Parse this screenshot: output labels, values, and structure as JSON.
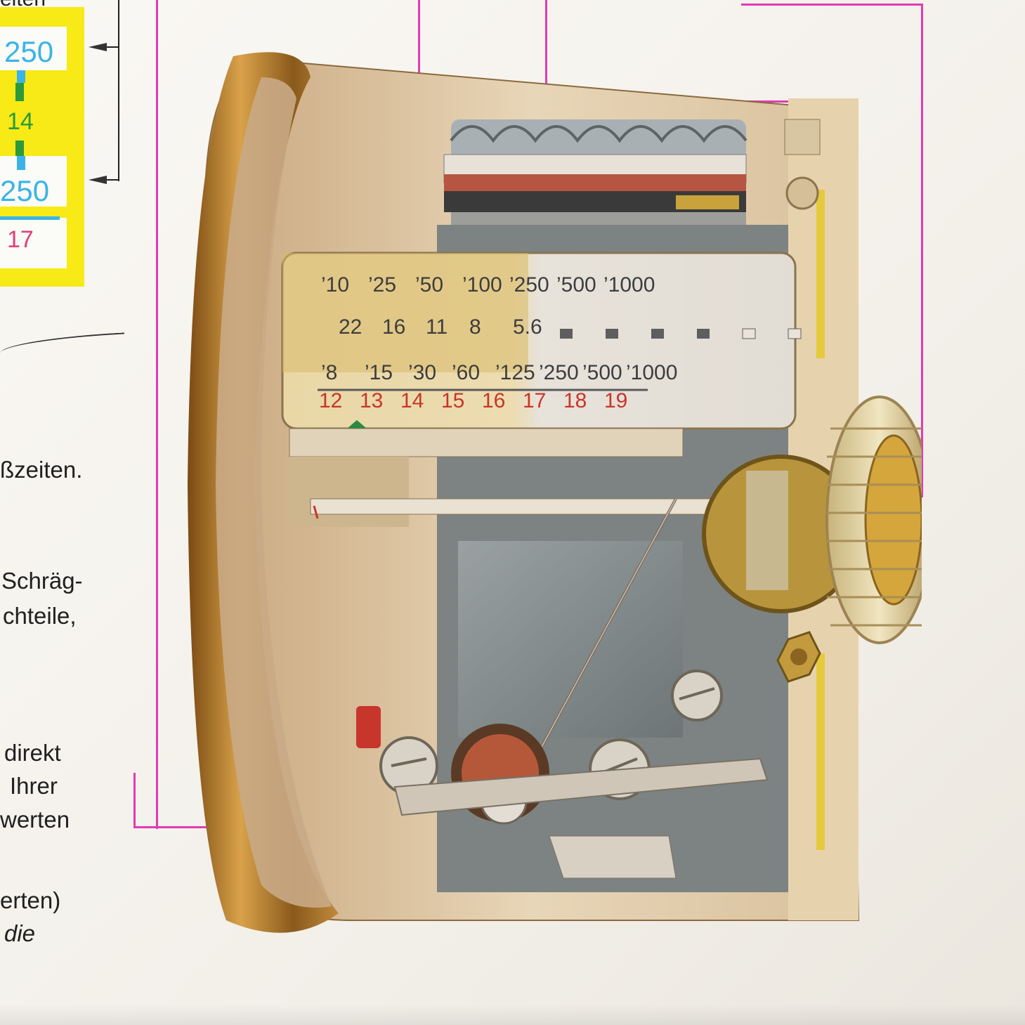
{
  "chart_panel": {
    "top_label": "eiten",
    "value_1": "250",
    "value_2": "14",
    "value_3": "250",
    "value_4": "17"
  },
  "body_text": {
    "line_1": "ßzeiten.",
    "line_2": "Schräg-",
    "line_3": "chteile,",
    "line_4": "direkt",
    "line_5": "Ihrer",
    "line_6": "werten",
    "line_7": "erten)",
    "line_8": "die"
  },
  "scale": {
    "shutter_top": [
      "10",
      "25",
      "50",
      "100",
      "250",
      "500",
      "1000"
    ],
    "apertures": [
      "22",
      "16",
      "11",
      "8",
      "5.6"
    ],
    "shutter_bottom": [
      "8",
      "15",
      "30",
      "60",
      "125",
      "250",
      "500",
      "1000"
    ],
    "din": [
      "12",
      "13",
      "14",
      "15",
      "16",
      "17",
      "18",
      "19"
    ]
  },
  "colors": {
    "magenta_line": "#e23bb4",
    "yellow_panel": "#f7ea16",
    "cyan": "#3ab4e8",
    "din_red": "#c8352a"
  }
}
